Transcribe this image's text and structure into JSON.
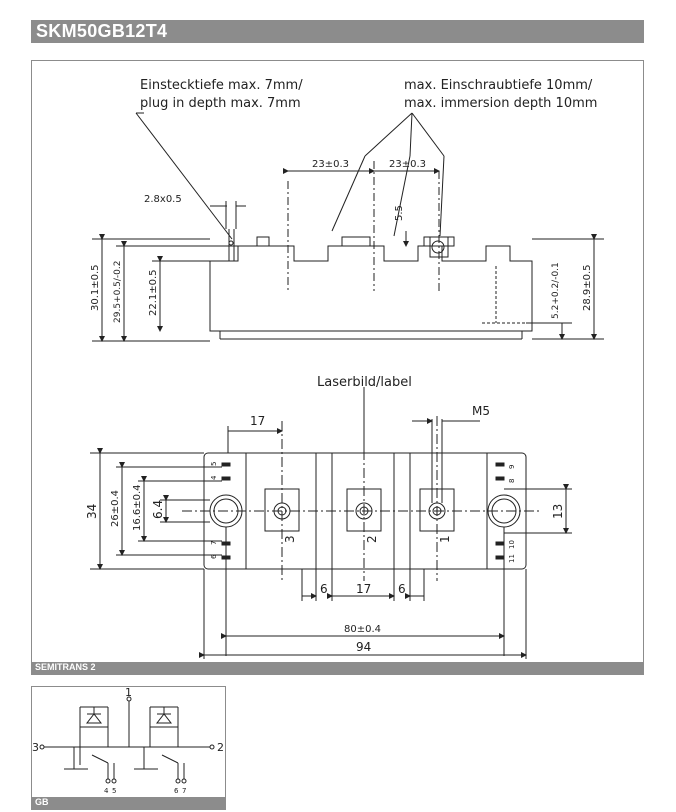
{
  "header": {
    "title": "SKM50GB12T4"
  },
  "drawing": {
    "note_left_de": "Einstecktiefe max. 7mm/",
    "note_left_en": "plug in depth max. 7mm",
    "note_right_de": "max. Einschraubtiefe 10mm/",
    "note_right_en": "max. immersion depth 10mm",
    "dim_23a": "23±0.3",
    "dim_23b": "23±0.3",
    "dim_2_8": "2.8x0.5",
    "dim_5_5": "5.5",
    "dim_30_1": "30.1±0.5",
    "dim_29_5": "29.5+0.5/-0.2",
    "dim_22_1": "22.1±0.5",
    "dim_5_2": "5.2+0.2/-0.1",
    "dim_28_9": "28.9±0.5",
    "laser_label": "Laserbild/label",
    "dim_17_top": "17",
    "dim_m5": "M5",
    "dim_34": "34",
    "dim_26": "26±0.4",
    "dim_16_6": "16.6±0.4",
    "dim_6_4": "6.4",
    "dim_13": "13",
    "dim_6a": "6",
    "dim_17_bot": "17",
    "dim_6b": "6",
    "dim_80": "80±0.4",
    "dim_94": "94",
    "term_3": "3",
    "term_2": "2",
    "term_1": "1",
    "pin_4": "4",
    "pin_5": "5",
    "pin_6": "6",
    "pin_7": "7",
    "pin_8": "8",
    "pin_9": "9",
    "pin_10": "10",
    "pin_11": "11"
  },
  "caption": {
    "package": "SEMITRANS 2"
  },
  "schematic": {
    "node_1": "1",
    "node_2": "2",
    "node_3": "3",
    "pin_4": "4",
    "pin_5": "5",
    "pin_6": "6",
    "pin_7": "7",
    "caption": "GB"
  }
}
